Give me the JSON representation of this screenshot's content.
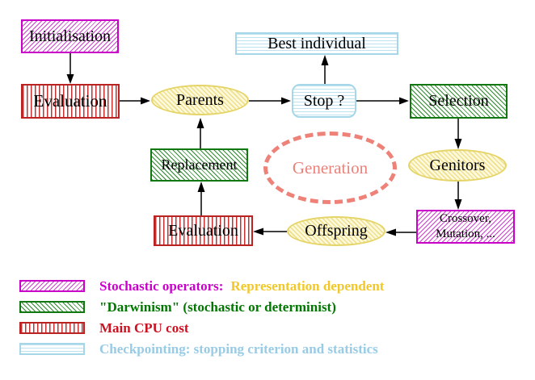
{
  "diagram": {
    "nodes": {
      "initialisation": "Initialisation",
      "evaluation_top": "Evaluation",
      "parents": "Parents",
      "best_individual": "Best individual",
      "stop": "Stop ?",
      "selection": "Selection",
      "genitors": "Genitors",
      "crossover_line1": "Crossover,",
      "crossover_line2": "Mutation, ...",
      "offspring": "Offspring",
      "evaluation_bottom": "Evaluation",
      "replacement": "Replacement",
      "generation": "Generation"
    },
    "colors": {
      "stochastic_magenta": "#c800c8",
      "darwinism_green": "#117711",
      "cpu_red": "#bb2222",
      "checkpoint_cyan": "#a6d7e8",
      "population_yellow": "#e5d467",
      "generation_dashed": "#ee8178",
      "arrow": "#000000"
    }
  },
  "legend": {
    "items": [
      {
        "swatch": "magenta-diagonal-hatch",
        "label": "Stochastic operators:",
        "label_color": "#cc00cc",
        "label2": "Representation dependent",
        "label2_color": "#f2c829"
      },
      {
        "swatch": "green-diagonal-hatch",
        "label": "\"Darwinism\" (stochastic or determinist)",
        "label_color": "#007700"
      },
      {
        "swatch": "red-vertical-stripes",
        "label": "Main CPU cost",
        "label_color": "#cc1122"
      },
      {
        "swatch": "cyan-horizontal-stripes",
        "label": "Checkpointing: stopping criterion and statistics",
        "label_color": "#97cbe6"
      }
    ]
  }
}
